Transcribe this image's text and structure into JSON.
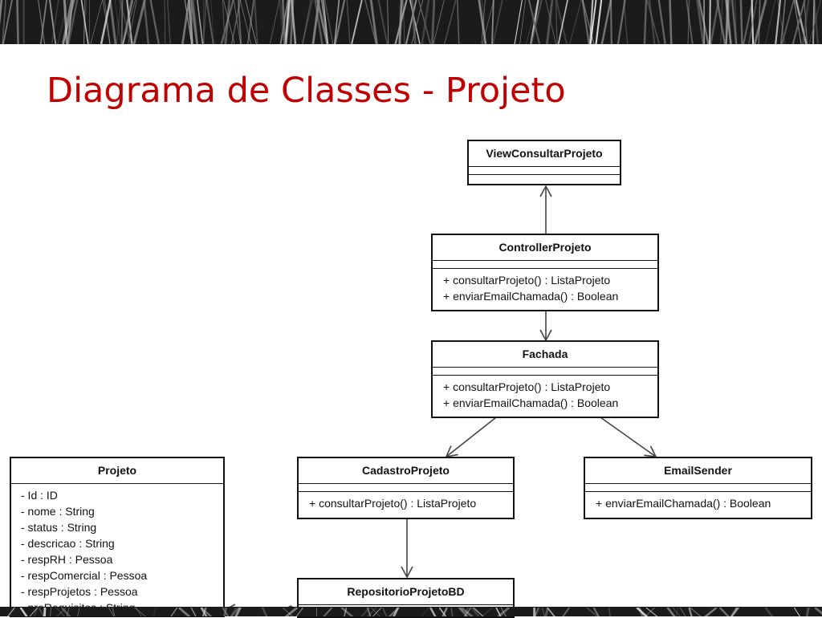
{
  "title": "Diagrama de Classes - Projeto",
  "colors": {
    "title": "#c00000",
    "banner": "#1b1b1b",
    "line": "#444444",
    "box_border": "#111111"
  },
  "classes": {
    "view_consultar_projeto": {
      "name": "ViewConsultarProjeto",
      "attributes": [],
      "operations": []
    },
    "controller_projeto": {
      "name": "ControllerProjeto",
      "attributes": [],
      "operations": [
        "+ consultarProjeto() : ListaProjeto",
        "+ enviarEmailChamada() : Boolean"
      ]
    },
    "fachada": {
      "name": "Fachada",
      "attributes": [],
      "operations": [
        "+ consultarProjeto() : ListaProjeto",
        "+ enviarEmailChamada() : Boolean"
      ]
    },
    "cadastro_projeto": {
      "name": "CadastroProjeto",
      "attributes": [],
      "operations": [
        "+ consultarProjeto() : ListaProjeto"
      ]
    },
    "email_sender": {
      "name": "EmailSender",
      "attributes": [],
      "operations": [
        "+ enviarEmailChamada() : Boolean"
      ]
    },
    "projeto": {
      "name": "Projeto",
      "attributes": [
        "- Id : ID",
        "- nome : String",
        "- status : String",
        "- descricao : String",
        "- respRH : Pessoa",
        "- respComercial : Pessoa",
        "- respProjetos : Pessoa",
        "- preRequisitos : String"
      ],
      "operations": []
    },
    "repositorio_projeto_bd": {
      "name": "RepositorioProjetoBD",
      "attributes": [],
      "operations": []
    }
  },
  "relations": [
    {
      "from": "ControllerProjeto",
      "to": "ViewConsultarProjeto",
      "type": "dependency"
    },
    {
      "from": "ControllerProjeto",
      "to": "Fachada",
      "type": "association"
    },
    {
      "from": "Fachada",
      "to": "CadastroProjeto",
      "type": "association"
    },
    {
      "from": "Fachada",
      "to": "EmailSender",
      "type": "association"
    },
    {
      "from": "CadastroProjeto",
      "to": "RepositorioProjetoBD",
      "type": "association"
    },
    {
      "from": "RepositorioProjetoBD",
      "to": "Projeto",
      "type": "aggregation"
    }
  ]
}
